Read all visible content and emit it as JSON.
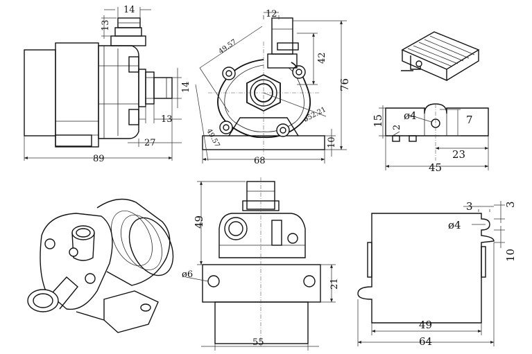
{
  "side_view": {
    "d14": "14",
    "d13v": "13",
    "d14h": "14",
    "d13h": "13",
    "d27": "27",
    "d89": "89"
  },
  "front_view": {
    "d12": "12",
    "d4957a": "49.57",
    "d4957b": "49.57",
    "d42": "42",
    "d76": "76",
    "d5221": "ø52.21",
    "d10": "10",
    "d68": "68"
  },
  "bracket_top": {
    "d15": "15",
    "d2": "2",
    "d4": "ø4",
    "d7": "7",
    "d23": "23",
    "d45": "45"
  },
  "rear_view": {
    "d49": "49",
    "d6": "ø6",
    "d21": "21",
    "d55": "55"
  },
  "bracket_flat": {
    "d3a": "3",
    "d3b": "3",
    "d4": "ø4",
    "d10": "10",
    "d49": "49",
    "d64": "64"
  }
}
